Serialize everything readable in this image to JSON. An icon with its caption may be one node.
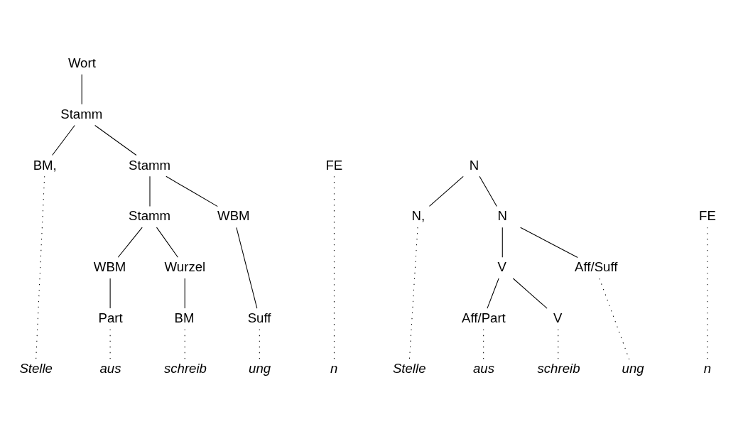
{
  "diagram": {
    "nodes": [
      {
        "text": [
          "Wort"
        ]
      },
      {
        "text": [
          "Stamm"
        ]
      },
      {
        "text": [
          "BM,"
        ]
      },
      {
        "text": [
          "FE"
        ]
      },
      {
        "text": [
          "Stamm"
        ]
      },
      {
        "text": [
          "Stamm"
        ]
      },
      {
        "text": [
          "WBM"
        ]
      },
      {
        "text": [
          "WBM"
        ]
      },
      {
        "text": [
          "Wurzel"
        ]
      },
      {
        "text": [
          "Suff"
        ]
      },
      {
        "text": [
          "Part"
        ]
      },
      {
        "text": [
          "BM"
        ]
      },
      {
        "text": [
          "Stelle"
        ]
      },
      {
        "text": [
          "n"
        ]
      },
      {
        "text": [
          "aus"
        ]
      },
      {
        "text": [
          "schreib"
        ]
      },
      {
        "text": [
          "ung"
        ]
      },
      {
        "text": [
          "N"
        ]
      },
      {
        "text": [
          "N,"
        ]
      },
      {
        "text": [
          "FE"
        ]
      },
      {
        "text": [
          "N"
        ]
      },
      {
        "text": [
          "V"
        ]
      },
      {
        "text": [
          "Aff/Suff"
        ]
      },
      {
        "text": [
          "Aff/Part"
        ]
      },
      {
        "text": [
          "V"
        ]
      },
      {
        "text": [
          "Stelle"
        ]
      },
      {
        "text": [
          "n"
        ]
      },
      {
        "text": [
          "aus"
        ]
      },
      {
        "text": [
          "schreib"
        ]
      },
      {
        "text": [
          "ung"
        ]
      }
    ],
    "edges": [
      {
        "from": 0,
        "to": 1,
        "arrow": "none"
      },
      {
        "from": 1,
        "to": 2,
        "arrow": "none"
      },
      {
        "from": 1,
        "to": 4,
        "arrow": "none"
      },
      {
        "from": 2,
        "to": 12,
        "arrow": "none",
        "style": "dashed"
      },
      {
        "from": 3,
        "to": 13,
        "arrow": "none",
        "style": "dashed"
      },
      {
        "from": 4,
        "to": 5,
        "arrow": "none"
      },
      {
        "from": 4,
        "to": 6,
        "arrow": "none"
      },
      {
        "from": 5,
        "to": 7,
        "arrow": "none"
      },
      {
        "from": 5,
        "to": 8,
        "arrow": "none"
      },
      {
        "from": 6,
        "to": 9,
        "arrow": "none"
      },
      {
        "from": 7,
        "to": 10,
        "arrow": "none"
      },
      {
        "from": 8,
        "to": 11,
        "arrow": "none"
      },
      {
        "from": 10,
        "to": 14,
        "arrow": "none",
        "style": "dashed"
      },
      {
        "from": 11,
        "to": 15,
        "arrow": "none",
        "style": "dashed"
      },
      {
        "from": 9,
        "to": 16,
        "arrow": "none",
        "style": "dashed"
      },
      {
        "from": 17,
        "to": 18,
        "arrow": "none"
      },
      {
        "from": 17,
        "to": 20,
        "arrow": "none"
      },
      {
        "from": 18,
        "to": 25,
        "arrow": "none",
        "style": "dashed"
      },
      {
        "from": 19,
        "to": 26,
        "arrow": "none",
        "style": "dashed"
      },
      {
        "from": 20,
        "to": 21,
        "arrow": "none"
      },
      {
        "from": 20,
        "to": 22,
        "arrow": "none"
      },
      {
        "from": 21,
        "to": 23,
        "arrow": "none"
      },
      {
        "from": 21,
        "to": 24,
        "arrow": "none"
      },
      {
        "from": 23,
        "to": 27,
        "arrow": "none",
        "style": "dashed"
      },
      {
        "from": 24,
        "to": 28,
        "arrow": "none",
        "style": "dashed"
      },
      {
        "from": 22,
        "to": 29,
        "arrow": "none",
        "style": "dashed"
      }
    ]
  }
}
